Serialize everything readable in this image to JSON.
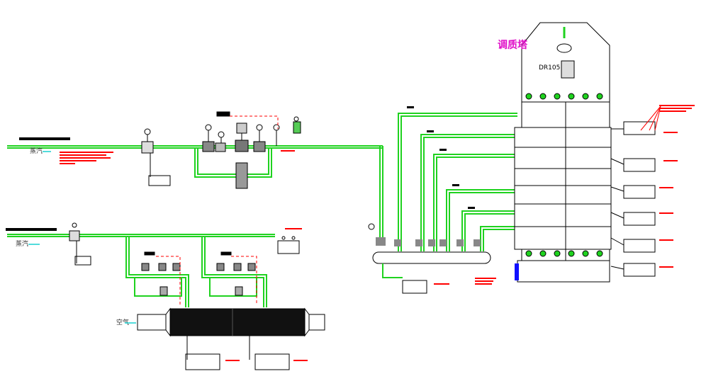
{
  "diagram": {
    "tower_label": "调质塔",
    "tower_tag": "DR105",
    "steam_label_top": "蒸汽",
    "steam_label_bottom": "蒸汽",
    "air_label": "空气",
    "colors": {
      "pipe": "#1fd21f",
      "equipment": "#000000",
      "highlight": "#ff0000",
      "signal": "#ff0000",
      "tower_label": "#e010c8",
      "flow_arrow": "#18d0d0",
      "accent_blue": "#1010ff"
    }
  }
}
